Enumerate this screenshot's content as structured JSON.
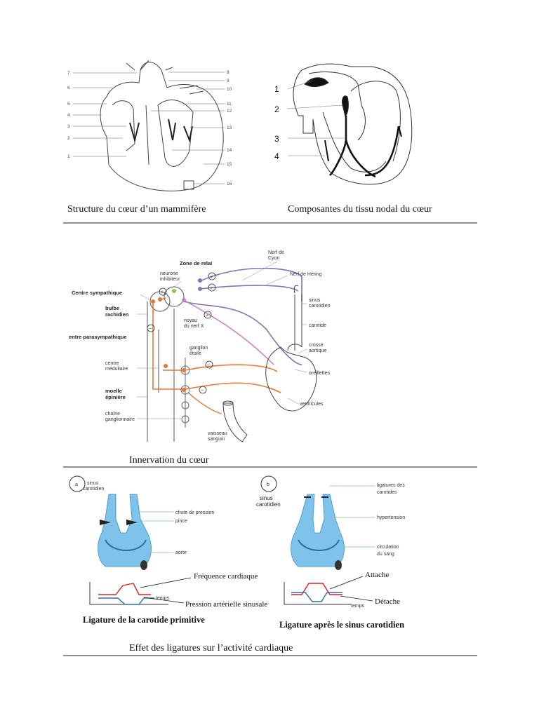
{
  "panels": {
    "heart_structure": {
      "caption": "Structure du cœur d’un mammifère",
      "numbers": [
        "1",
        "2",
        "3",
        "4",
        "5",
        "6",
        "7",
        "8",
        "9",
        "10",
        "11",
        "12",
        "13",
        "14",
        "15",
        "16"
      ]
    },
    "nodal_tissue": {
      "caption": "Composantes du tissu nodal du cœur",
      "numbers": [
        "1",
        "2",
        "3",
        "4"
      ]
    },
    "innervation": {
      "caption": "Innervation du cœur",
      "labels": {
        "nerf_cyon": [
          "Nerf de",
          "Cyon"
        ],
        "zone_relai": "Zone de relai",
        "neurone_inhibiteur": [
          "neurone",
          "inhibiteur"
        ],
        "nerf_hering": "Nerf de Héring",
        "centre_sympathique": "Centre sympathique",
        "bulbe_rachidien": [
          "bulbe",
          "rachidien"
        ],
        "noyau_nerf_x": [
          "noyau",
          "du nerf X"
        ],
        "sinus_carotidien": [
          "sinus",
          "carotidien"
        ],
        "carotide": "carotide",
        "centre_parasympathique": "entre parasympathique",
        "crosse_aortique": [
          "crosse",
          "aortique"
        ],
        "ganglion_etoile": [
          "ganglion",
          "étoilé"
        ],
        "centre_medullaire": [
          "centre",
          "médullaire"
        ],
        "oreillettes": "oreillettes",
        "moelle_epiniere": [
          "moelle",
          "épinière"
        ],
        "ventricules": "ventricules",
        "chaine_ganglionnaire": [
          "chaîne",
          "ganglionnaire"
        ],
        "vaisseau_sanguin": [
          "vaisseau",
          "sanguin"
        ],
        "plus": "+",
        "minus": "−"
      }
    },
    "ligatures": {
      "caption": "Effet des ligatures sur l’activité cardiaque",
      "a": {
        "letter": "a",
        "sinus": [
          "sinus",
          "carotidien"
        ],
        "chute": [
          "chute de pression",
          "pince"
        ],
        "aorte": "aorte",
        "temps": "temps",
        "freq": "Fréquence cardiaque",
        "pression": "Pression artérielle sinusale",
        "title": "Ligature de la carotide primitive"
      },
      "b": {
        "letter": "b",
        "sinus": [
          "sinus",
          "carotidien"
        ],
        "ligatures": [
          "ligatures des",
          "carotides"
        ],
        "hypertension": "hypertension",
        "circulation": [
          "circulation",
          "du sang"
        ],
        "attache": "Attache",
        "detache": "Détache",
        "temps": "temps",
        "title": "Ligature après le sinus carotidien"
      }
    }
  },
  "colors": {
    "sympathetic": "#e07a3a",
    "parasympathetic": "#c77cc7",
    "afferent": "#7b78b5",
    "vessel_blue": "#7fc3ea",
    "red_curve": "#e02020"
  }
}
